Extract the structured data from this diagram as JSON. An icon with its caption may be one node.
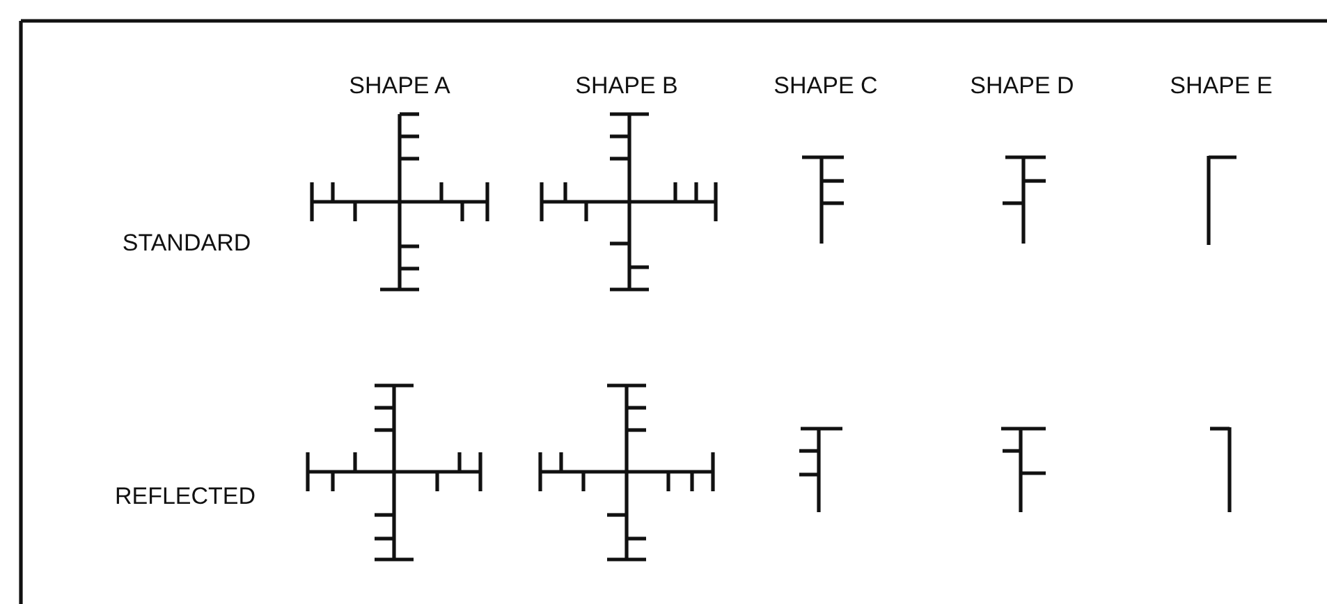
{
  "diagram": {
    "labels": [
      "SHAPE A",
      "SHAPE B",
      "SHAPE C",
      "SHAPE D",
      "SHAPE E",
      "STANDARD",
      "REFLECTED"
    ]
  }
}
